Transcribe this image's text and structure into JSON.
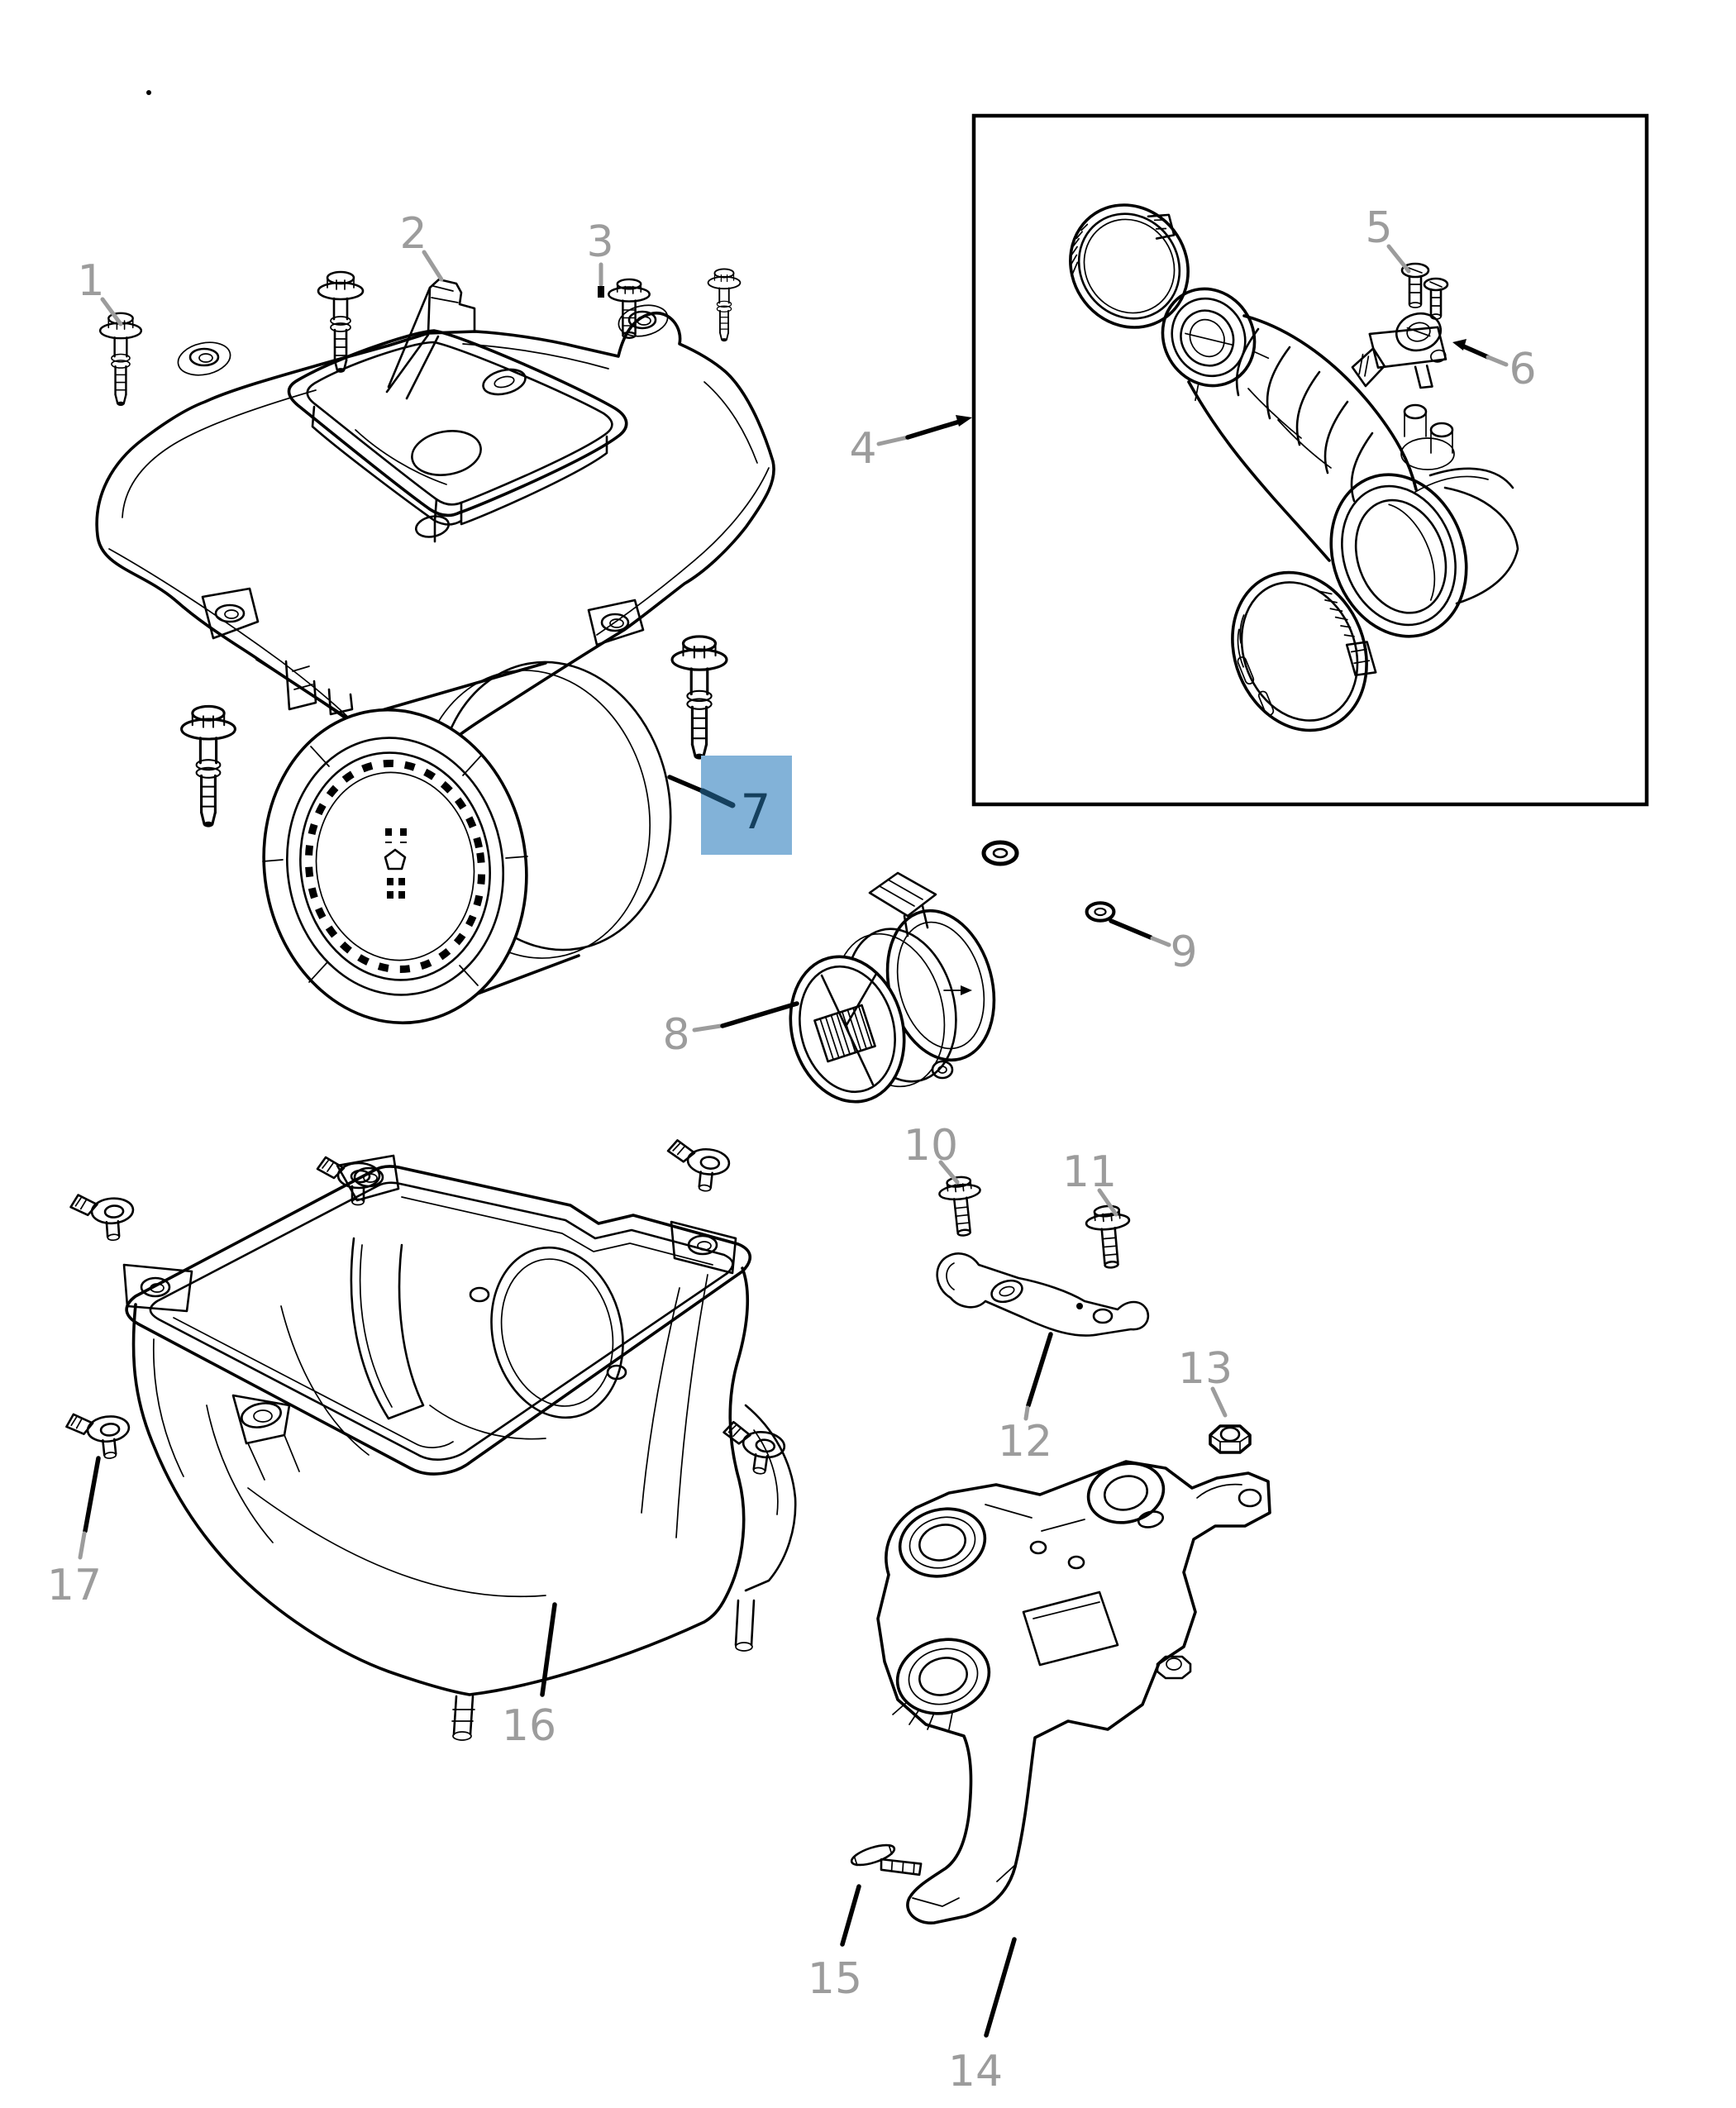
{
  "callouts": [
    {
      "label": "1",
      "highlighted": false
    },
    {
      "label": "2",
      "highlighted": false
    },
    {
      "label": "3",
      "highlighted": false
    },
    {
      "label": "4",
      "highlighted": false
    },
    {
      "label": "5",
      "highlighted": false
    },
    {
      "label": "6",
      "highlighted": false
    },
    {
      "label": "7",
      "highlighted": true
    },
    {
      "label": "8",
      "highlighted": false
    },
    {
      "label": "9",
      "highlighted": false
    },
    {
      "label": "10",
      "highlighted": false
    },
    {
      "label": "11",
      "highlighted": false
    },
    {
      "label": "12",
      "highlighted": false
    },
    {
      "label": "13",
      "highlighted": false
    },
    {
      "label": "14",
      "highlighted": false
    },
    {
      "label": "15",
      "highlighted": false
    },
    {
      "label": "16",
      "highlighted": false
    },
    {
      "label": "17",
      "highlighted": false
    }
  ],
  "colors": {
    "background": "#ffffff",
    "line": "#000000",
    "label": "#9c9c9c",
    "leader-black": "#000000",
    "highlight-fill": "#82b2d8",
    "highlight-label": "#15405e"
  }
}
